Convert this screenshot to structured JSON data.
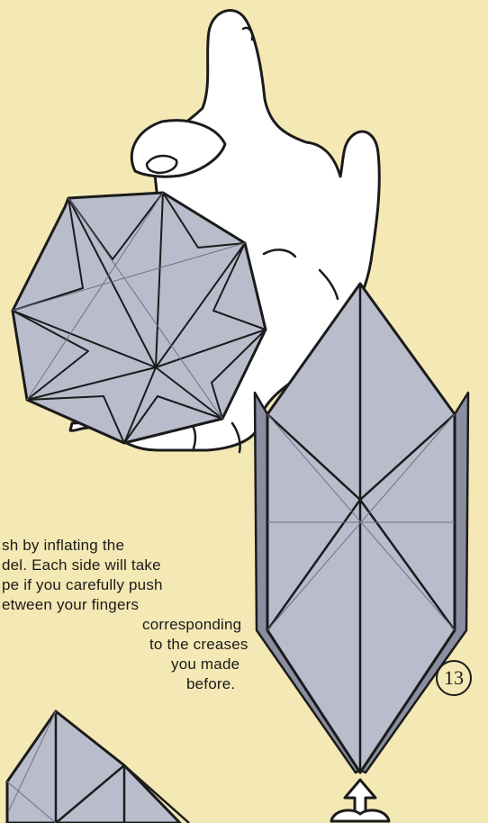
{
  "instructions": {
    "line1": "sh by inflating the",
    "line2": "del. Each side will take",
    "line3": "pe if you carefully push",
    "line4": "etween your fingers",
    "line5": "corresponding",
    "line6": "to the creases",
    "line7": "you made",
    "line8": "before."
  },
  "step": {
    "number": "13"
  },
  "colors": {
    "background": "#f4e8b4",
    "paper": "#b9bccb",
    "hand": "#ffffff",
    "ink": "#1b1b1b"
  },
  "figures": [
    "hand-icon",
    "folded-paper-octagon",
    "folded-paper-model-step-13",
    "folded-paper-partial",
    "inflate-arrow-icon",
    "puff-cloud-icon"
  ]
}
